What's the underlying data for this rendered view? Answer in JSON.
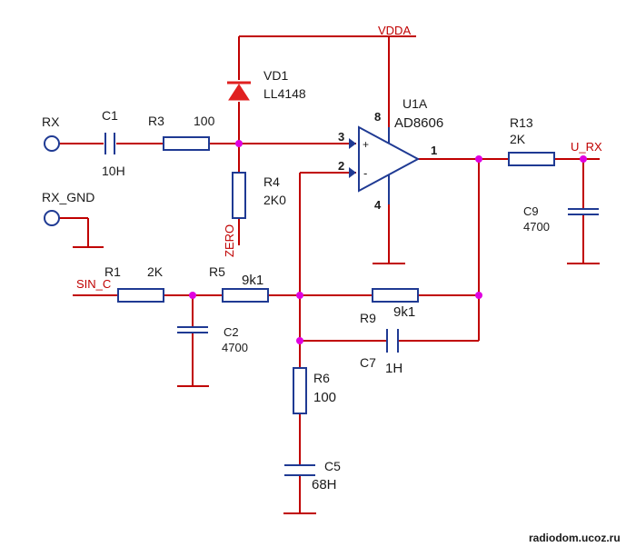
{
  "nets": {
    "vdda": "VDDA",
    "rx": "RX",
    "rx_gnd": "RX_GND",
    "zero": "ZERO",
    "sin_c": "SIN_C",
    "u_rx": "U_RX"
  },
  "opamp": {
    "ref": "U1A",
    "part": "AD8606",
    "pin_plus": "3",
    "pin_minus": "2",
    "pin_out": "1",
    "pin_vdd": "8",
    "pin_gnd": "4",
    "plus_sign": "+",
    "minus_sign": "-"
  },
  "components": {
    "c1": {
      "ref": "C1",
      "value": "10H"
    },
    "r3": {
      "ref": "R3",
      "value": "100"
    },
    "vd1": {
      "ref": "VD1",
      "value": "LL4148"
    },
    "r4": {
      "ref": "R4",
      "value": "2K0"
    },
    "r13": {
      "ref": "R13",
      "value": "2K"
    },
    "c9": {
      "ref": "C9",
      "value": "4700"
    },
    "r1": {
      "ref": "R1",
      "value": "2K"
    },
    "r5": {
      "ref": "R5",
      "value": "9k1"
    },
    "c2": {
      "ref": "C2",
      "value": "4700"
    },
    "r9": {
      "ref": "R9",
      "value": "9k1"
    },
    "c7": {
      "ref": "C7",
      "value": "1H"
    },
    "r6": {
      "ref": "R6",
      "value": "100"
    },
    "c5": {
      "ref": "C5",
      "value": "68H"
    }
  },
  "watermark": "radiodom.ucoz.ru",
  "colors": {
    "wire": "#c00000",
    "component": "#1f3a93",
    "junction": "#e000e0",
    "diode": "#e02020"
  }
}
